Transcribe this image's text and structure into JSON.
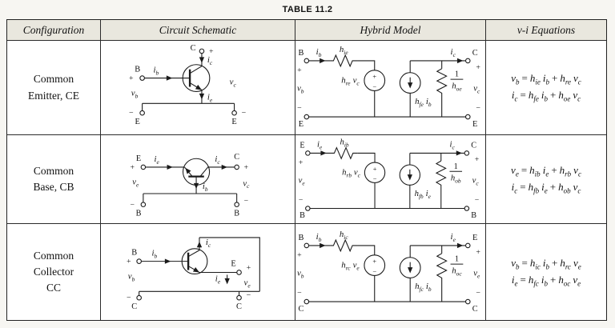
{
  "title": "TABLE 11.2",
  "sym": {
    "plus": "+",
    "minus": "−",
    "eq": "=",
    "one": "1"
  },
  "header": {
    "configuration": "Configuration",
    "schematic": "Circuit Schematic",
    "hybrid": "Hybrid Model",
    "equations": "v-i Equations"
  },
  "rows": [
    {
      "config": [
        "Common",
        "Emitter, CE"
      ],
      "sch": {
        "in": "B",
        "out": "C",
        "comL": "E",
        "comR": "E",
        "iin": [
          "i",
          "b"
        ],
        "iout": [
          "i",
          "c"
        ],
        "icom": [
          "i",
          "e"
        ],
        "vin": [
          "v",
          "b"
        ],
        "vout": [
          "v",
          "c"
        ]
      },
      "hyb": {
        "in": "B",
        "out": "C",
        "comL": "E",
        "comR": "E",
        "iin": [
          "i",
          "b"
        ],
        "iout": [
          "i",
          "c"
        ],
        "vin": [
          "v",
          "b"
        ],
        "vout": [
          "v",
          "c"
        ],
        "r1": [
          "h",
          "ie"
        ],
        "src_c": [
          "h",
          "re"
        ],
        "src_v": [
          "v",
          "c"
        ],
        "cs_c": [
          "h",
          "fe"
        ],
        "cs_i": [
          "i",
          "b"
        ],
        "r2d": [
          "h",
          "oe"
        ]
      },
      "eq": [
        {
          "l": [
            "v",
            "b"
          ],
          "a": [
            "h",
            "ie"
          ],
          "av": [
            "i",
            "b"
          ],
          "b": [
            "h",
            "re"
          ],
          "bv": [
            "v",
            "c"
          ]
        },
        {
          "l": [
            "i",
            "c"
          ],
          "a": [
            "h",
            "fe"
          ],
          "av": [
            "i",
            "b"
          ],
          "b": [
            "h",
            "oe"
          ],
          "bv": [
            "v",
            "c"
          ]
        }
      ]
    },
    {
      "config": [
        "Common",
        "Base, CB"
      ],
      "sch": {
        "in": "E",
        "out": "C",
        "comL": "B",
        "comR": "B",
        "iin": [
          "i",
          "e"
        ],
        "iout": [
          "i",
          "c"
        ],
        "icom": [
          "i",
          "b"
        ],
        "vin": [
          "v",
          "e"
        ],
        "vout": [
          "v",
          "c"
        ]
      },
      "hyb": {
        "in": "E",
        "out": "C",
        "comL": "B",
        "comR": "B",
        "iin": [
          "i",
          "e"
        ],
        "iout": [
          "i",
          "c"
        ],
        "vin": [
          "v",
          "e"
        ],
        "vout": [
          "v",
          "c"
        ],
        "r1": [
          "h",
          "ib"
        ],
        "src_c": [
          "h",
          "rb"
        ],
        "src_v": [
          "v",
          "c"
        ],
        "cs_c": [
          "h",
          "fb"
        ],
        "cs_i": [
          "i",
          "e"
        ],
        "r2d": [
          "h",
          "ob"
        ]
      },
      "eq": [
        {
          "l": [
            "v",
            "e"
          ],
          "a": [
            "h",
            "ib"
          ],
          "av": [
            "i",
            "e"
          ],
          "b": [
            "h",
            "rb"
          ],
          "bv": [
            "v",
            "c"
          ]
        },
        {
          "l": [
            "i",
            "c"
          ],
          "a": [
            "h",
            "fb"
          ],
          "av": [
            "i",
            "e"
          ],
          "b": [
            "h",
            "ob"
          ],
          "bv": [
            "v",
            "c"
          ]
        }
      ]
    },
    {
      "config": [
        "Common",
        "Collector",
        "CC"
      ],
      "sch": {
        "in": "B",
        "out": "E",
        "comL": "C",
        "comR": "C",
        "iin": [
          "i",
          "b"
        ],
        "iout": [
          "i",
          "e"
        ],
        "icom": [
          "i",
          "c"
        ],
        "vin": [
          "v",
          "b"
        ],
        "vout": [
          "v",
          "e"
        ]
      },
      "hyb": {
        "in": "B",
        "out": "E",
        "comL": "C",
        "comR": "C",
        "iin": [
          "i",
          "b"
        ],
        "iout": [
          "i",
          "e"
        ],
        "vin": [
          "v",
          "b"
        ],
        "vout": [
          "v",
          "e"
        ],
        "r1": [
          "h",
          "ic"
        ],
        "src_c": [
          "h",
          "rc"
        ],
        "src_v": [
          "v",
          "e"
        ],
        "cs_c": [
          "h",
          "fc"
        ],
        "cs_i": [
          "i",
          "b"
        ],
        "r2d": [
          "h",
          "oc"
        ]
      },
      "eq": [
        {
          "l": [
            "v",
            "b"
          ],
          "a": [
            "h",
            "ic"
          ],
          "av": [
            "i",
            "b"
          ],
          "b": [
            "h",
            "rc"
          ],
          "bv": [
            "v",
            "e"
          ]
        },
        {
          "l": [
            "i",
            "e"
          ],
          "a": [
            "h",
            "fc"
          ],
          "av": [
            "i",
            "b"
          ],
          "b": [
            "h",
            "oc"
          ],
          "bv": [
            "v",
            "e"
          ]
        }
      ]
    }
  ]
}
